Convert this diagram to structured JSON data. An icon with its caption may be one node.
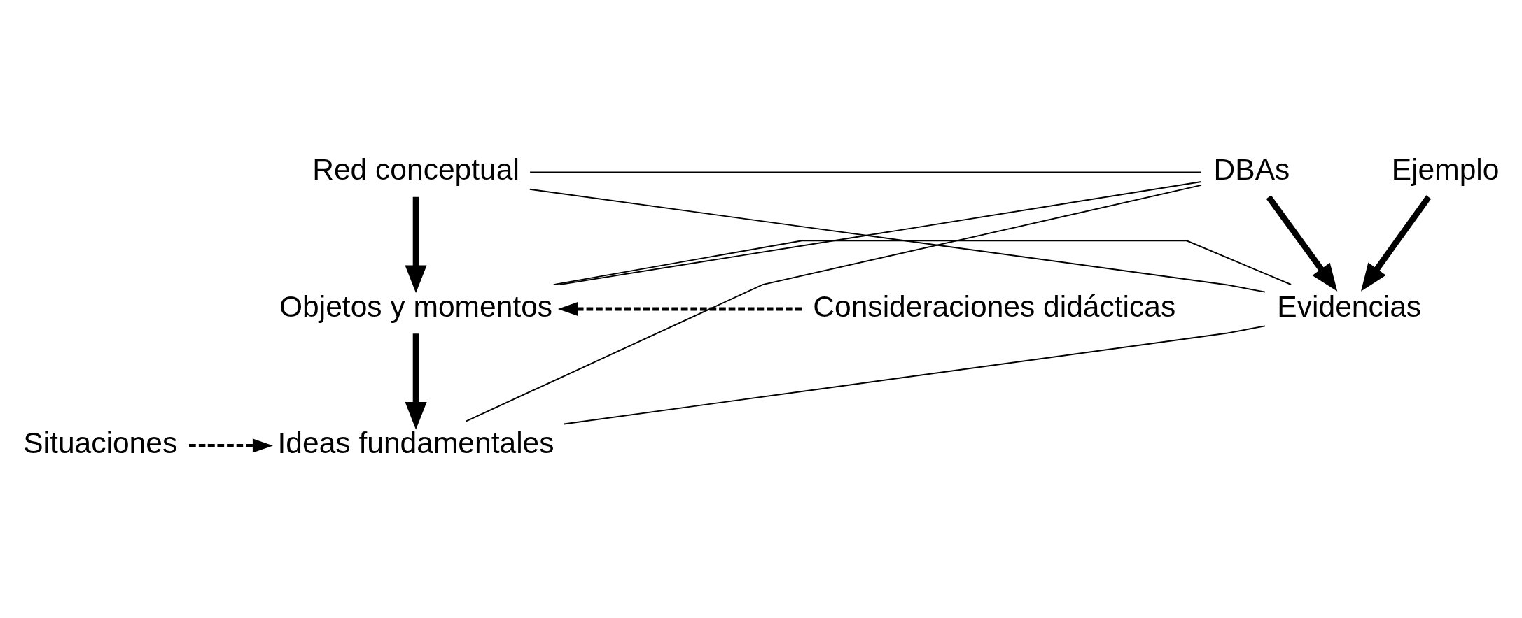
{
  "diagram": {
    "nodes": [
      {
        "text": [
          "Red conceptual"
        ]
      },
      {
        "text": [
          "Consideraciones didácticas"
        ]
      },
      {
        "text": [
          "Objetos y momentos"
        ]
      },
      {
        "text": [
          "Situaciones"
        ]
      },
      {
        "text": [
          "Ideas fundamentales"
        ]
      },
      {
        "text": [
          "DBAs"
        ]
      },
      {
        "text": [
          "Ejemplo"
        ]
      },
      {
        "text": [
          "Evidencias"
        ]
      }
    ],
    "edges": [
      {
        "from": 0,
        "to": 2,
        "arrow": "to",
        "style": "thick"
      },
      {
        "from": 1,
        "to": 2,
        "arrow": "to",
        "style": "dashed"
      },
      {
        "from": 2,
        "to": 4,
        "arrow": "to",
        "style": "thick"
      },
      {
        "from": 3,
        "to": 4,
        "arrow": "to",
        "style": "dashed"
      },
      {
        "from": 0,
        "to": 5,
        "arrow": "none"
      },
      {
        "from": 2,
        "to": 5,
        "arrow": "none"
      },
      {
        "from": 4,
        "to": 5,
        "arrow": "none"
      },
      {
        "from": 0,
        "to": 7,
        "arrow": "none"
      },
      {
        "from": 2,
        "to": 7,
        "arrow": "none"
      },
      {
        "from": 4,
        "to": 7,
        "arrow": "none"
      },
      {
        "from": 5,
        "to": 7,
        "arrow": "to",
        "style": "thick"
      },
      {
        "from": 6,
        "to": 7,
        "arrow": "to",
        "style": "thick"
      }
    ]
  }
}
